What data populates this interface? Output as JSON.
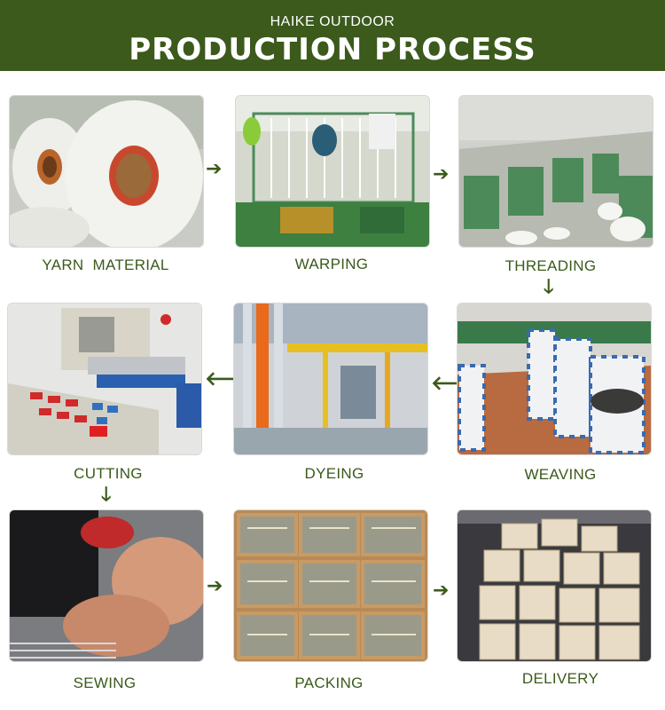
{
  "header": {
    "brand": "HAIKE OUTDOOR",
    "title": "PRODUCTION PROCESS",
    "background": "#3b5a1b"
  },
  "accent_color": "#3b5a1b",
  "steps": [
    {
      "label": "YARN  MATERIAL"
    },
    {
      "label": "WARPING"
    },
    {
      "label": "THREADING"
    },
    {
      "label": "WEAVING"
    },
    {
      "label": "DYEING"
    },
    {
      "label": "CUTTING"
    },
    {
      "label": "SEWING"
    },
    {
      "label": "PACKING"
    },
    {
      "label": "DELIVERY"
    }
  ],
  "arrows": {
    "right": "arrow-right-icon",
    "left": "arrow-left-icon",
    "down": "arrow-down-icon"
  }
}
